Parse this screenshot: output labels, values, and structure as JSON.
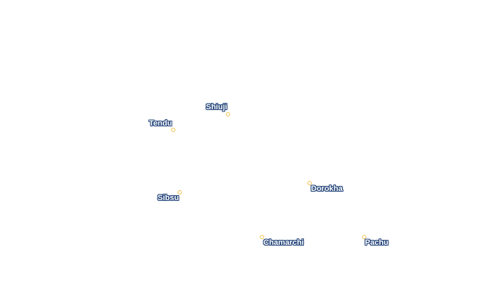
{
  "map": {
    "places": [
      {
        "id": "shiuji",
        "label": "Shiuji"
      },
      {
        "id": "tendu",
        "label": "Tendu"
      },
      {
        "id": "sibsu",
        "label": "Sibsu"
      },
      {
        "id": "dorokha",
        "label": "Dorokha"
      },
      {
        "id": "chamarchi",
        "label": "Chamarchi"
      },
      {
        "id": "pachu",
        "label": "Pachu"
      }
    ],
    "colors": {
      "marker": "#f2c14e",
      "label_text": "#ffffff",
      "label_halo": "#24457a",
      "background": "#ffffff"
    }
  }
}
